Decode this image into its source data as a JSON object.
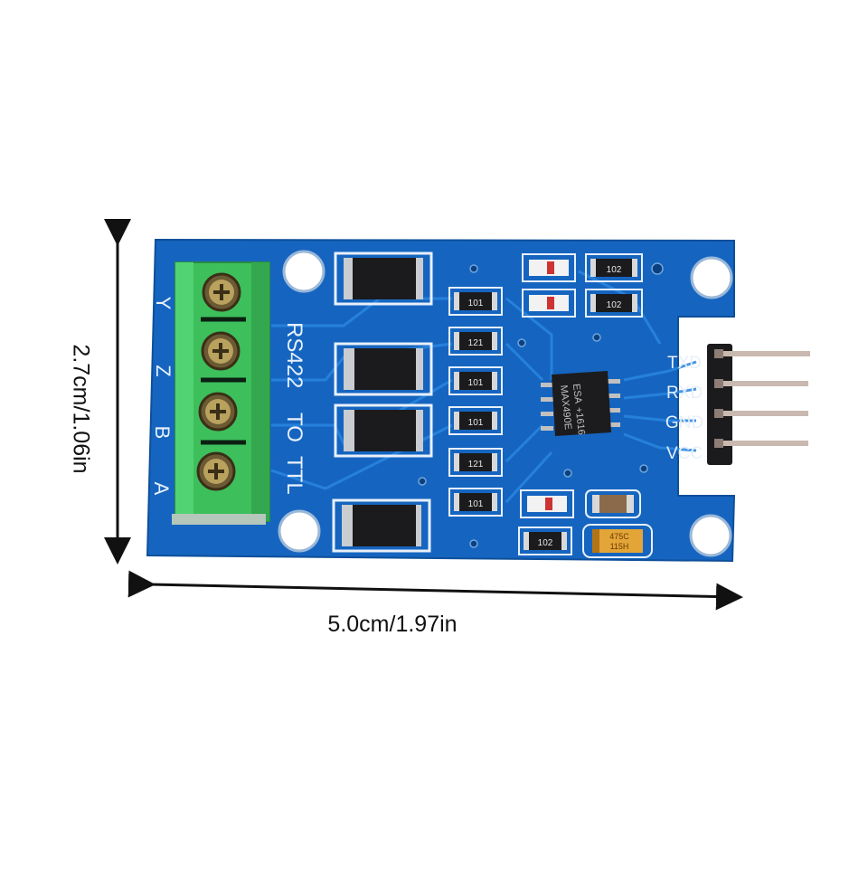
{
  "dimensions": {
    "width_label": "5.0cm/1.97in",
    "height_label": "2.7cm/1.06in"
  },
  "board": {
    "title_line1": "RS422",
    "title_line2": "TO",
    "title_line3": "TTL",
    "terminal_labels": [
      "Y",
      "Z",
      "B",
      "A"
    ],
    "header_pins": [
      "TXD",
      "RXD",
      "GND",
      "VCC"
    ],
    "chip_line1": "MAX490E",
    "chip_line2": "ESA",
    "chip_line3": "+1616",
    "resistor_codes": [
      "102",
      "102",
      "101",
      "121",
      "101",
      "101",
      "121",
      "101",
      "102"
    ],
    "capacitor_code_line1": "475C",
    "capacitor_code_line2": "115H",
    "colors": {
      "pcb": "#1565c0",
      "pcb_trace": "#1e79d6",
      "silkscreen": "#e8f0fa",
      "terminal_block": "#3dbf5c",
      "pin_metal": "#c9b9b0"
    }
  }
}
